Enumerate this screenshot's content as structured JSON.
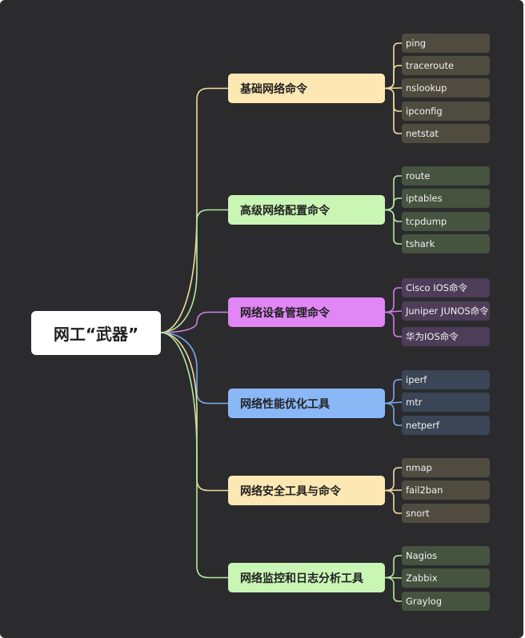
{
  "root": {
    "label": "网工“武器”"
  },
  "branches": [
    {
      "label": "基础网络命令",
      "color": "#fde8b3",
      "line": "#f0dc9a",
      "leaf_bg": "#4f4b3f",
      "items": [
        "ping",
        "traceroute",
        "nslookup",
        "ipconfig",
        "netstat"
      ]
    },
    {
      "label": "高级网络配置命令",
      "color": "#c9f5b5",
      "line": "#b5e8a0",
      "leaf_bg": "#45533f",
      "items": [
        "route",
        "iptables",
        "tcpdump",
        "tshark"
      ]
    },
    {
      "label": "网络设备管理命令",
      "color": "#e086f5",
      "line": "#d17ee6",
      "leaf_bg": "#4d3d58",
      "items": [
        " Cisco IOS命令",
        "Juniper JUNOS命令",
        "华为IOS命令"
      ]
    },
    {
      "label": "网络性能优化工具",
      "color": "#8ab8f7",
      "line": "#7aa9e8",
      "leaf_bg": "#3a4555",
      "items": [
        "iperf",
        "mtr",
        "netperf"
      ]
    },
    {
      "label": "网络安全工具与命令",
      "color": "#fde8b3",
      "line": "#f0dc9a",
      "leaf_bg": "#4f4b3f",
      "items": [
        "nmap",
        "fail2ban",
        "snort"
      ]
    },
    {
      "label": "网络监控和日志分析工具",
      "color": "#c9f5b5",
      "line": "#b5e8a0",
      "leaf_bg": "#45533f",
      "items": [
        "Nagios",
        "Zabbix",
        "Graylog"
      ]
    }
  ]
}
